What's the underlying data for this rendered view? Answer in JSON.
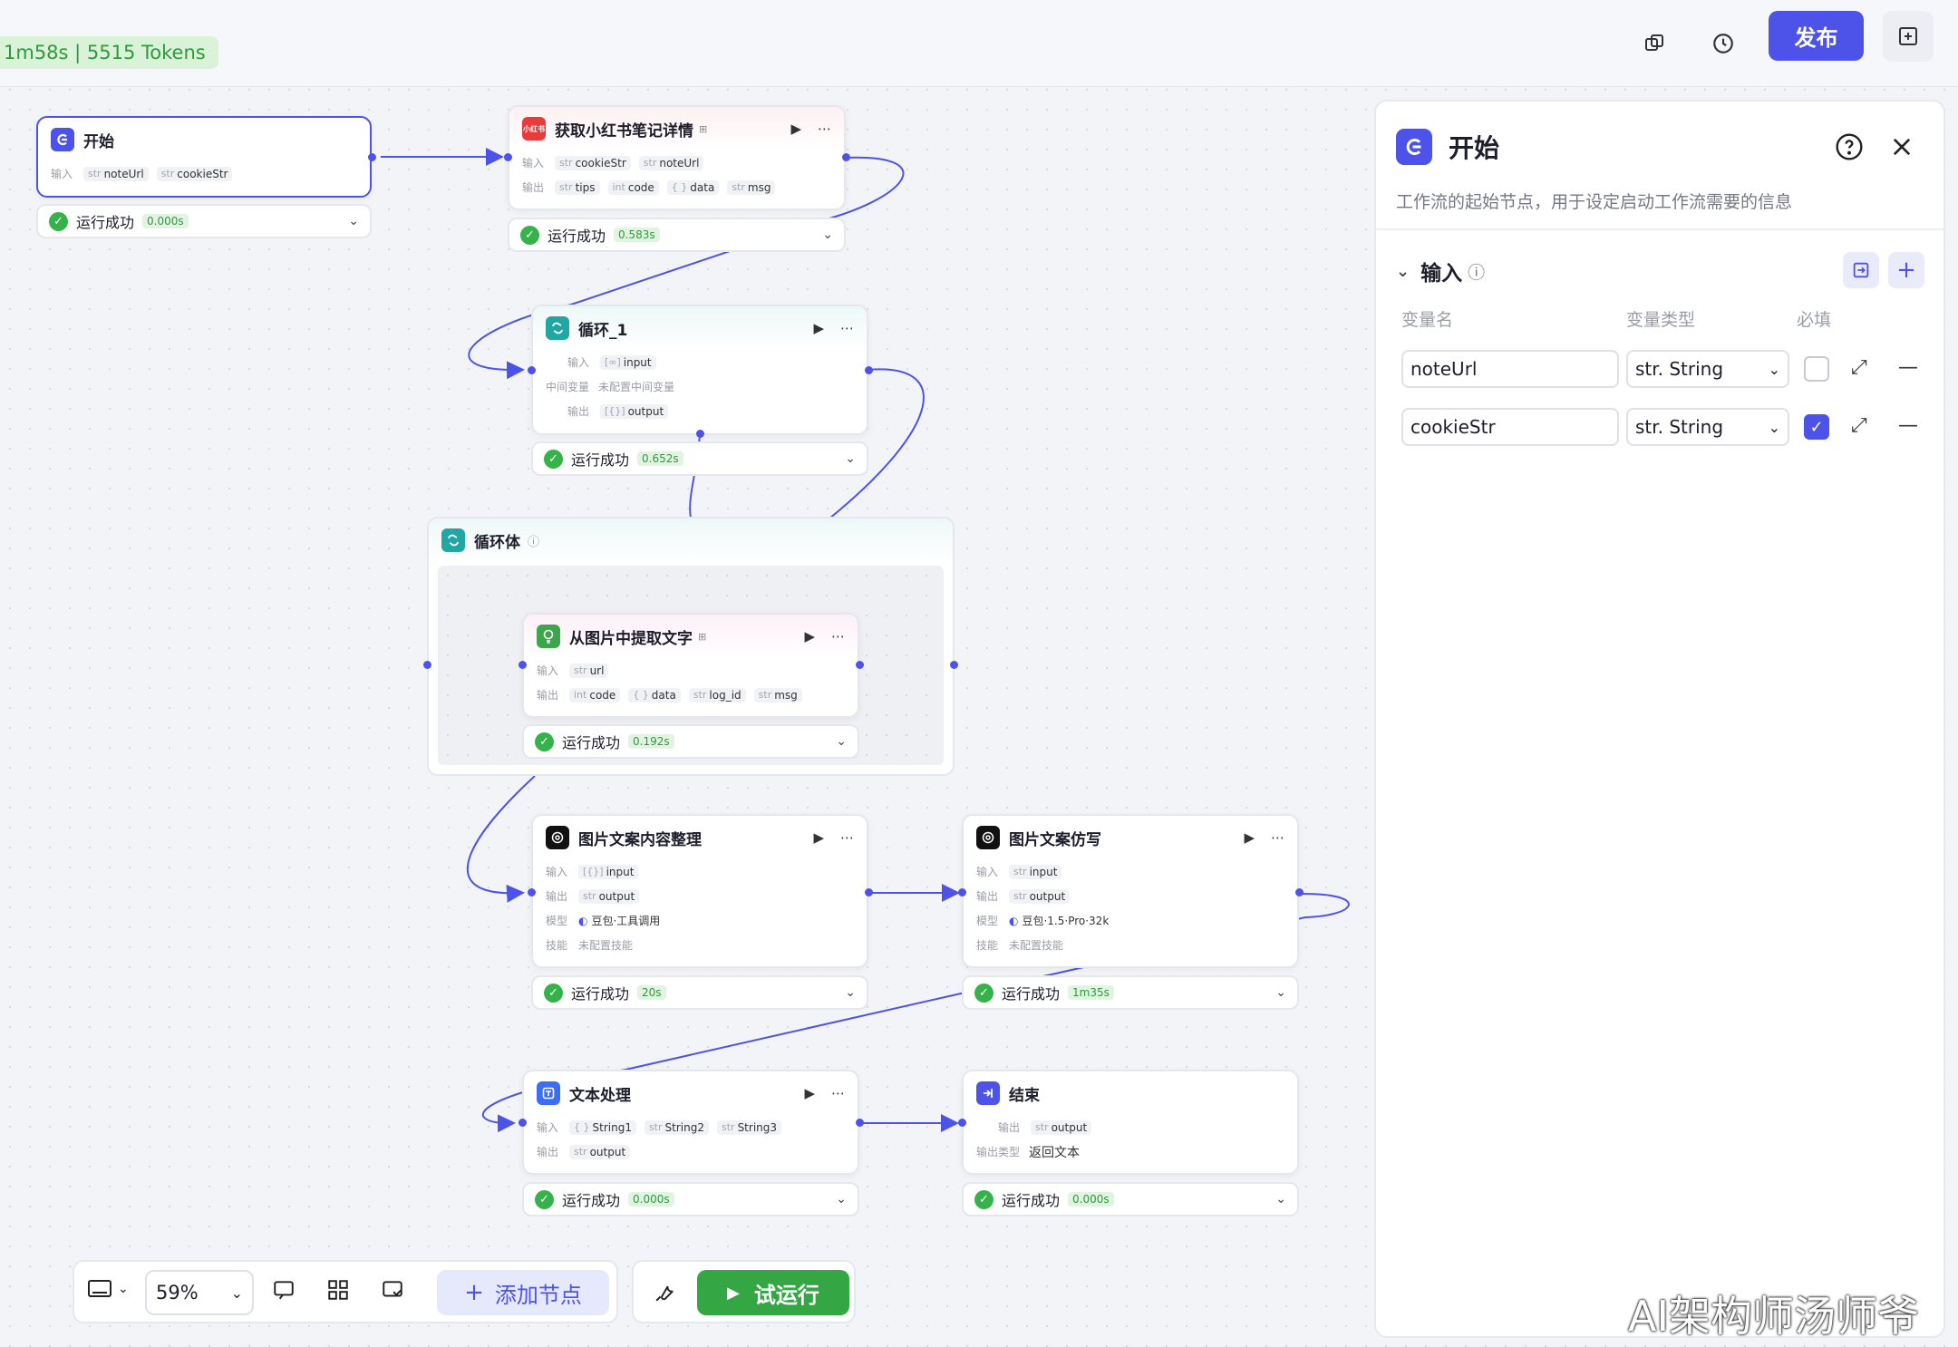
{
  "topbar": {
    "run_stats": "1m58s | 5515 Tokens",
    "publish": "发布"
  },
  "nodes": {
    "start": {
      "title": "开始",
      "in_label": "输入",
      "inputs": [
        {
          "type": "str",
          "name": "noteUrl"
        },
        {
          "type": "str",
          "name": "cookieStr"
        }
      ],
      "status": "运行成功",
      "time": "0.000s"
    },
    "fetch": {
      "title": "获取小红书笔记详情",
      "in_label": "输入",
      "out_label": "输出",
      "inputs": [
        {
          "type": "str",
          "name": "cookieStr"
        },
        {
          "type": "str",
          "name": "noteUrl"
        }
      ],
      "outputs": [
        {
          "type": "str",
          "name": "tips"
        },
        {
          "type": "int",
          "name": "code"
        },
        {
          "type": "{ }",
          "name": "data"
        },
        {
          "type": "str",
          "name": "msg"
        }
      ],
      "status": "运行成功",
      "time": "0.583s"
    },
    "loop": {
      "title": "循环_1",
      "in_label": "输入",
      "mid_label": "中间变量",
      "mid_value": "未配置中间变量",
      "out_label": "输出",
      "inputs": [
        {
          "type": "[∞]",
          "name": "input"
        }
      ],
      "outputs": [
        {
          "type": "[{}]",
          "name": "output"
        }
      ],
      "status": "运行成功",
      "time": "0.652s"
    },
    "loopbody": {
      "title": "循环体"
    },
    "ocr": {
      "title": "从图片中提取文字",
      "in_label": "输入",
      "out_label": "输出",
      "inputs": [
        {
          "type": "str",
          "name": "url"
        }
      ],
      "outputs": [
        {
          "type": "int",
          "name": "code"
        },
        {
          "type": "{ }",
          "name": "data"
        },
        {
          "type": "str",
          "name": "log_id"
        },
        {
          "type": "str",
          "name": "msg"
        }
      ],
      "status": "运行成功",
      "time": "0.192s"
    },
    "organize": {
      "title": "图片文案内容整理",
      "in_label": "输入",
      "out_label": "输出",
      "model_label": "模型",
      "skill_label": "技能",
      "inputs": [
        {
          "type": "[{}]",
          "name": "input"
        }
      ],
      "outputs": [
        {
          "type": "str",
          "name": "output"
        }
      ],
      "model": "豆包·工具调用",
      "skill": "未配置技能",
      "status": "运行成功",
      "time": "20s"
    },
    "imitate": {
      "title": "图片文案仿写",
      "in_label": "输入",
      "out_label": "输出",
      "model_label": "模型",
      "skill_label": "技能",
      "inputs": [
        {
          "type": "str",
          "name": "input"
        }
      ],
      "outputs": [
        {
          "type": "str",
          "name": "output"
        }
      ],
      "model": "豆包·1.5·Pro·32k",
      "skill": "未配置技能",
      "status": "运行成功",
      "time": "1m35s"
    },
    "text": {
      "title": "文本处理",
      "in_label": "输入",
      "out_label": "输出",
      "inputs": [
        {
          "type": "{ }",
          "name": "String1"
        },
        {
          "type": "str",
          "name": "String2"
        },
        {
          "type": "str",
          "name": "String3"
        }
      ],
      "outputs": [
        {
          "type": "str",
          "name": "output"
        }
      ],
      "status": "运行成功",
      "time": "0.000s"
    },
    "end": {
      "title": "结束",
      "out_label": "输出",
      "out_type_label": "输出类型",
      "outputs": [
        {
          "type": "str",
          "name": "output"
        }
      ],
      "out_type": "返回文本",
      "status": "运行成功",
      "time": "0.000s"
    }
  },
  "panel": {
    "title": "开始",
    "description": "工作流的起始节点，用于设定启动工作流需要的信息",
    "section": "输入",
    "col_name": "变量名",
    "col_type": "变量类型",
    "col_required": "必填",
    "rows": [
      {
        "name": "noteUrl",
        "type": "str. String",
        "required": false
      },
      {
        "name": "cookieStr",
        "type": "str. String",
        "required": true
      }
    ]
  },
  "toolbar": {
    "zoom": "59%",
    "add_node": "添加节点",
    "try_run": "试运行"
  },
  "watermark": "AI架构师汤师爷",
  "colors": {
    "accent": "#4d53e8",
    "success": "#36b24b"
  }
}
